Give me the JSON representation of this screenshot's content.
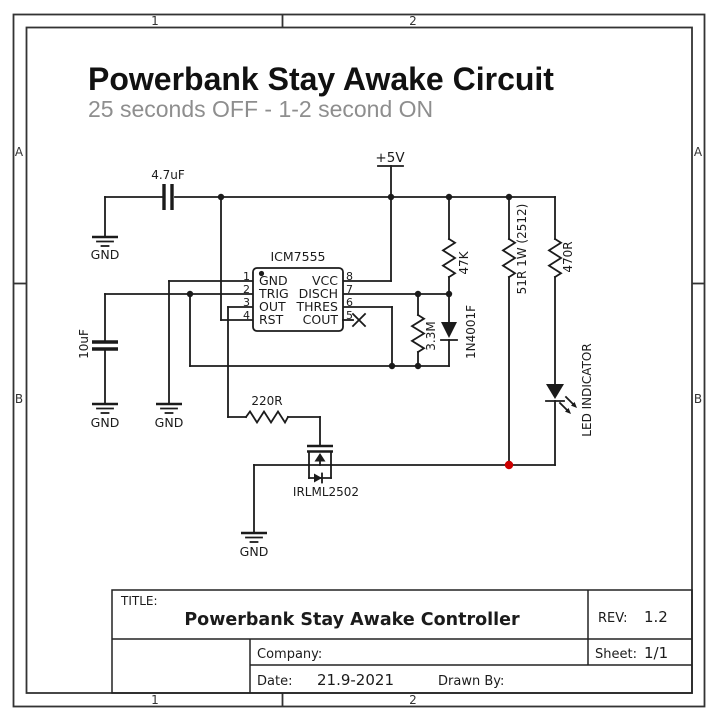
{
  "header": {
    "title": "Powerbank Stay Awake Circuit",
    "subtitle": "25 seconds OFF - 1-2 second ON"
  },
  "frame": {
    "zones_top": [
      "1",
      "2"
    ],
    "zones_bottom": [
      "1",
      "2"
    ],
    "zones_left": [
      "A",
      "B"
    ],
    "zones_right": [
      "A",
      "B"
    ]
  },
  "schematic": {
    "supply": "+5V",
    "gnd": "GND",
    "cap_input": "4.7uF",
    "cap_timing": "10uF",
    "res_pullup": "47K",
    "res_timing": "3.3M",
    "diode": "1N4001F",
    "res_load": "51R 1W (2512)",
    "res_led": "470R",
    "res_gate": "220R",
    "led": "LED INDICATOR",
    "mosfet": "IRLML2502",
    "ic": {
      "name": "ICM7555",
      "pin_nums_left": [
        "1",
        "2",
        "3",
        "4"
      ],
      "pins_left": [
        "GND",
        "TRIG",
        "OUT",
        "RST"
      ],
      "pin_nums_right": [
        "8",
        "7",
        "6",
        "5"
      ],
      "pins_right": [
        "VCC",
        "DISCH",
        "THRES",
        "COUT"
      ]
    }
  },
  "title_block": {
    "title_label": "TITLE:",
    "title": "Powerbank Stay Awake Controller",
    "rev_label": "REV:",
    "rev": "1.2",
    "company_label": "Company:",
    "sheet_label": "Sheet:",
    "sheet": "1/1",
    "date_label": "Date:",
    "date": "21.9-2021",
    "drawn_label": "Drawn By:"
  },
  "colors": {
    "wire": "#1b1b1b",
    "junction_red": "#cc0000",
    "subtitle_gray": "#8e8e8e"
  }
}
